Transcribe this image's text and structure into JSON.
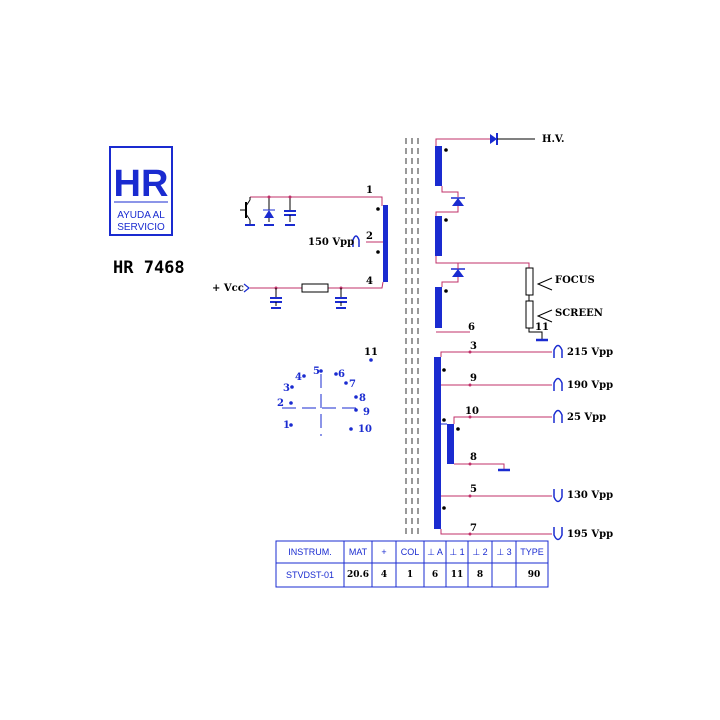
{
  "logo": {
    "letters": "HR",
    "line1": "AYUDA AL",
    "line2": "SERVICIO"
  },
  "model": "HR 7468",
  "labels": {
    "hv": "H.V.",
    "focus": "FOCUS",
    "screen": "SCREEN",
    "vcc": "+ Vcc"
  },
  "primary": {
    "pins": [
      "1",
      "2",
      "4"
    ],
    "pulse": "150 Vpp"
  },
  "secondary_pins": {
    "p6": "6",
    "p11": "11",
    "p3": "3",
    "p9": "9",
    "p10": "10",
    "p8": "8",
    "p5": "5",
    "p7": "7"
  },
  "outputs": [
    "215 Vpp",
    "190 Vpp",
    "25 Vpp",
    "130 Vpp",
    "195 Vpp"
  ],
  "pinout": [
    "1",
    "2",
    "3",
    "4",
    "5",
    "6",
    "7",
    "8",
    "9",
    "10",
    "11"
  ],
  "table": {
    "headers": [
      "INSTRUM.",
      "MAT",
      "+",
      "COL",
      "⊥ A",
      "⊥ 1",
      "⊥ 2",
      "⊥ 3",
      "TYPE"
    ],
    "row": [
      "STVDST-01",
      "20.6",
      "4",
      "1",
      "6",
      "11",
      "8",
      "",
      "90"
    ]
  },
  "colors": {
    "ink": "#1a2bd0",
    "wire": "#c0306a",
    "text": "#000000"
  }
}
